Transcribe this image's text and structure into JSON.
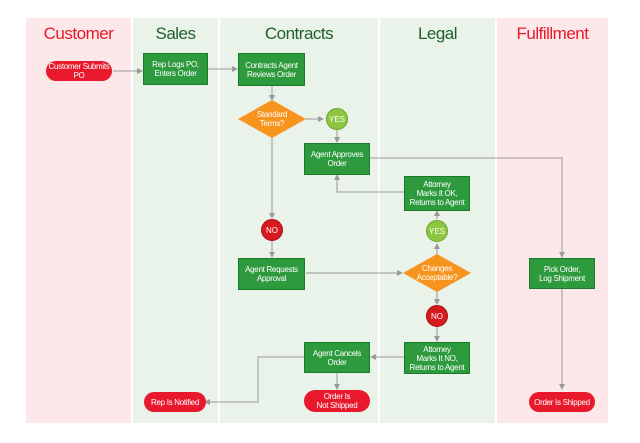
{
  "lanes": {
    "customer": "Customer",
    "sales": "Sales",
    "contracts": "Contracts",
    "legal": "Legal",
    "fulfillment": "Fulfillment"
  },
  "nodes": {
    "customer_submits": "Customer Submits\nPO",
    "rep_logs": "Rep Logs PO,\nEnters Order",
    "agent_reviews": "Contracts Agent\nReviews Order",
    "standard_terms": "Standard\nTerms?",
    "yes_1": "YES",
    "agent_approves": "Agent Approves\nOrder",
    "attorney_ok": "Attorney\nMarks It OK,\nReturns to Agent",
    "yes_2": "YES",
    "no_1": "NO",
    "agent_requests": "Agent Requests\nApproval",
    "changes_acceptable": "Changes\nAcceptable?",
    "pick_order": "Pick Order,\nLog Shipment",
    "no_2": "NO",
    "attorney_no": "Attorney\nMarks It NO,\nReturns to Agent",
    "agent_cancels": "Agent Cancels\nOrder",
    "rep_notified": "Rep Is Notified",
    "order_not_shipped": "Order Is\nNot Shipped",
    "order_shipped": "Order Is Shipped"
  },
  "colors": {
    "lane_red": "#fde8e9",
    "lane_green": "#eaf3ea",
    "process_green": "#2e9a3e",
    "terminal_red": "#e8192c",
    "decision_orange": "#f7941d",
    "yes_green": "#8dc63f",
    "no_red": "#d71920",
    "connector_gray": "#9a9a9a"
  }
}
